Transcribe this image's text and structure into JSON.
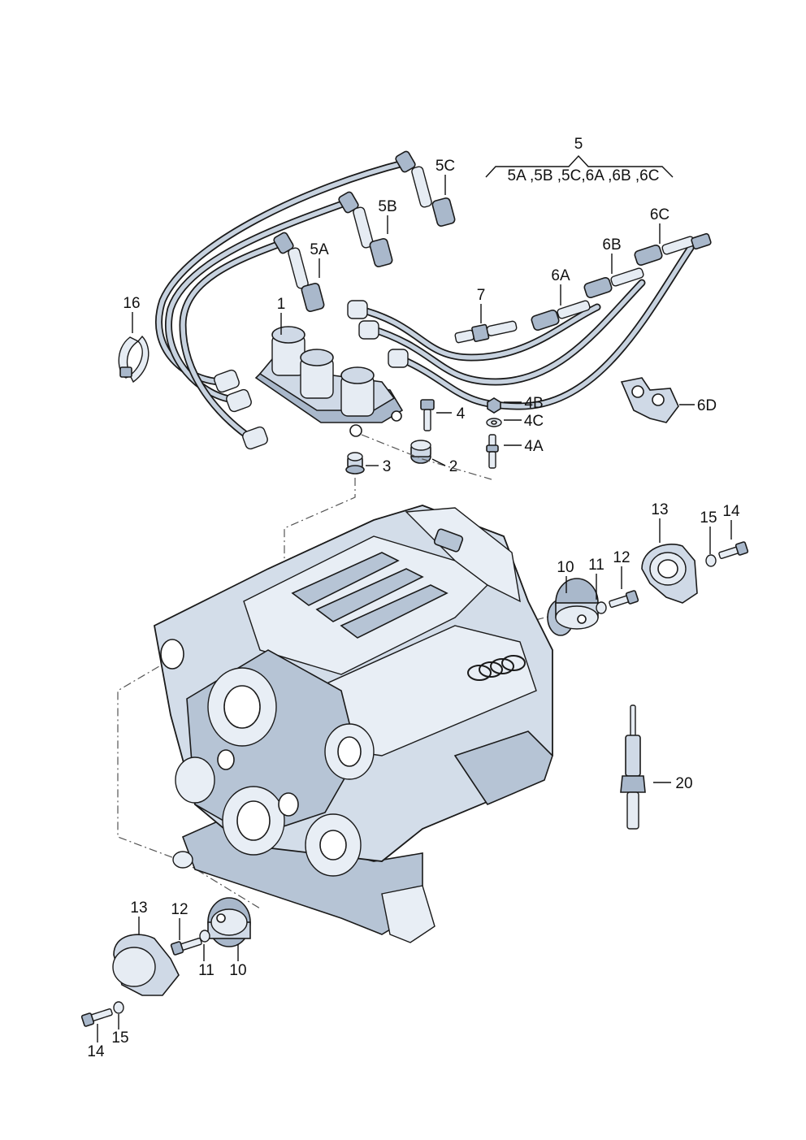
{
  "callouts": {
    "c1": "1",
    "c2": "2",
    "c3": "3",
    "c4": "4",
    "c4a": "4A",
    "c4b": "4B",
    "c4c": "4C",
    "c5": "5",
    "c5_group": "5A ,5B ,5C,6A ,6B ,6C",
    "c5a": "5A",
    "c5b": "5B",
    "c5c": "5C",
    "c6a": "6A",
    "c6b": "6B",
    "c6c": "6C",
    "c6d": "6D",
    "c7": "7",
    "c16": "16",
    "c20": "20",
    "r10": "10",
    "r11": "11",
    "r12": "12",
    "r13": "13",
    "r14": "14",
    "r15": "15",
    "l10": "10",
    "l11": "11",
    "l12": "12",
    "l13": "13",
    "l14": "14",
    "l15": "15"
  },
  "brand": {
    "logo_name": "four-rings-logo"
  },
  "colors": {
    "part_fill": "#cfd9e6",
    "part_dark": "#a9b8cb",
    "outline": "#1a1a1a",
    "background": "#ffffff"
  }
}
